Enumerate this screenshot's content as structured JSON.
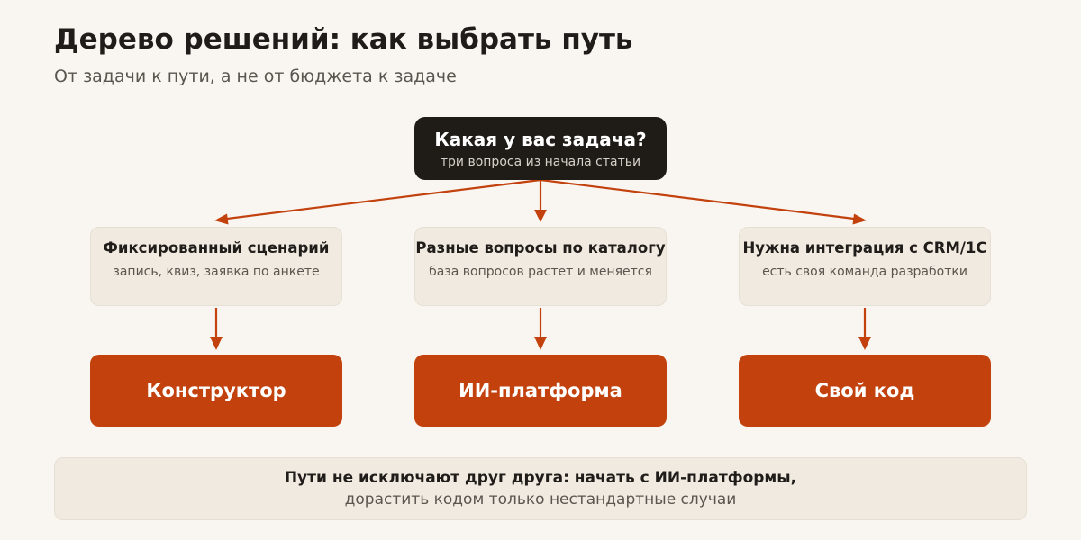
{
  "header": {
    "title": "Дерево решений: как выбрать путь",
    "subtitle": "От задачи к пути, а не от бюджета к задаче"
  },
  "root": {
    "title": "Какая у вас задача?",
    "subtitle": "три вопроса из начала статьи"
  },
  "branches": [
    {
      "condition": "Фиксированный сценарий",
      "detail": "запись, квиз, заявка по анкете",
      "result": "Конструктор"
    },
    {
      "condition": "Разные вопросы по каталогу",
      "detail": "база вопросов растет и меняется",
      "result": "ИИ-платформа"
    },
    {
      "condition": "Нужна интеграция с CRM/1C",
      "detail": "есть своя команда разработки",
      "result": "Свой код"
    }
  ],
  "note": {
    "line1": "Пути не исключают друг друга: начать с ИИ-платформы,",
    "line2": "дорастить кодом только нестандартные случаи"
  },
  "colors": {
    "accent": "#c2410c",
    "root_bg": "#1f1b17",
    "card_bg": "#f1eae0",
    "page_bg": "#f9f6f1"
  }
}
